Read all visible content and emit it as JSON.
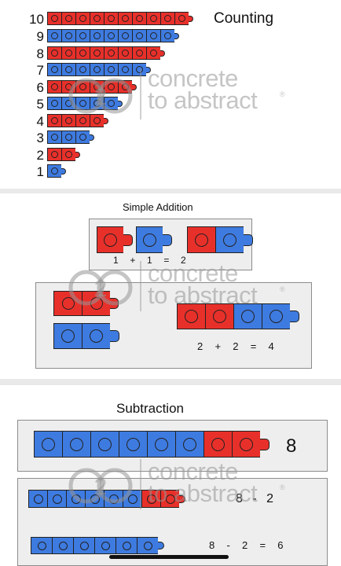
{
  "counting": {
    "title": "Counting",
    "rows": [
      "10",
      "9",
      "8",
      "7",
      "6",
      "5",
      "4",
      "3",
      "2",
      "1"
    ]
  },
  "watermark": {
    "line1": "concrete",
    "line2": "to abstract",
    "reg": "®",
    "logo_digit": "2"
  },
  "addition": {
    "title": "Simple Addition",
    "equation_top": "1  +  1  =  2",
    "equation_bottom": "2  +  2  =  4"
  },
  "subtraction": {
    "title": "Subtraction",
    "total": "8",
    "equation_mid": "8 - 2",
    "equation_bottom": "8  -  2  =  6"
  },
  "colors": {
    "red": "#e8302a",
    "blue": "#3e7be0",
    "panel_bg": "#ffffff",
    "page_bg": "#e9e9e9"
  }
}
